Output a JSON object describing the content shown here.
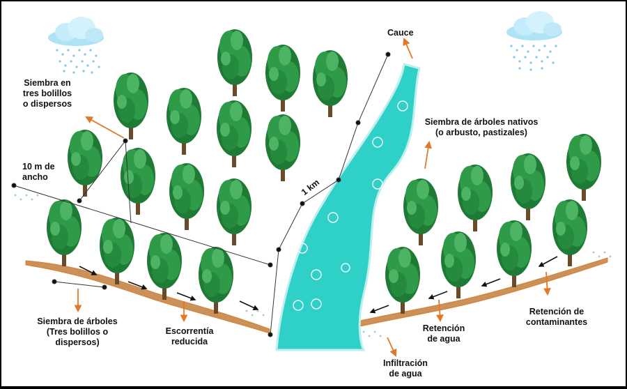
{
  "labels": {
    "cauce": "Cauce",
    "siembra_tres_bolillos": [
      "Siembra en",
      "tres bolillos",
      "o dispersos"
    ],
    "ancho": [
      "10 m de",
      "ancho"
    ],
    "distancia": "1 km",
    "siembra_nativos": [
      "Siembra de árboles nativos",
      "(o arbusto, pastizales)"
    ],
    "siembra_arboles": [
      "Siembra de árboles",
      "(Tres bolillos o",
      "dispersos)"
    ],
    "escorrentia": [
      "Escorrentía",
      "reducida"
    ],
    "infiltracion": [
      "Infiltración",
      "de agua"
    ],
    "retencion_agua": [
      "Retención",
      "de agua"
    ],
    "retencion_contaminantes": [
      "Retención de",
      "contaminantes"
    ]
  },
  "colors": {
    "tree_dark": "#1e7a35",
    "tree_mid": "#2f9a47",
    "tree_light": "#4cb463",
    "river": "#2fd0c8",
    "arrow_orange": "#e07a2a",
    "soil": "#c9925a",
    "cloud": "#aee3f6",
    "rain": "#7ec8e3"
  },
  "icons": [
    "cloud-icon",
    "tree-icon",
    "river-icon",
    "rain-icon",
    "arrow-icon"
  ]
}
